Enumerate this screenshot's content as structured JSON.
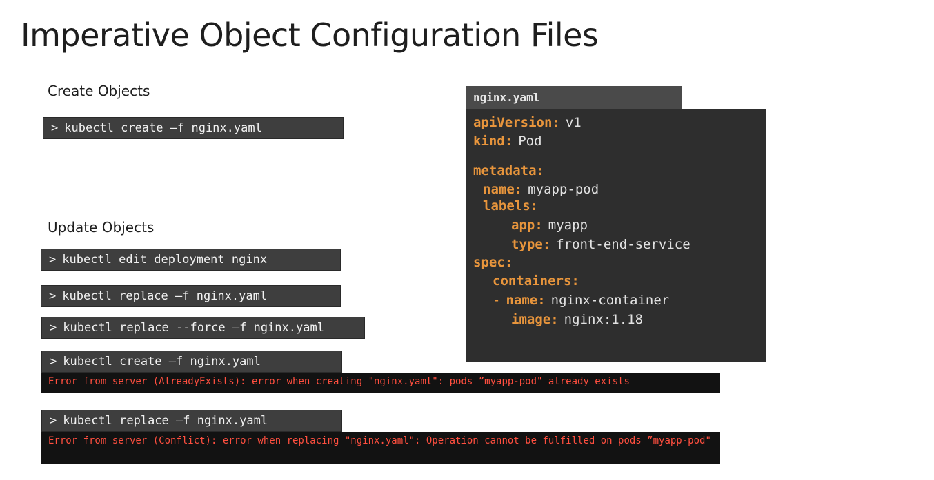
{
  "title": "Imperative Object Configuration Files",
  "create_section": {
    "heading": "Create Objects",
    "command": "kubectl create –f nginx.yaml"
  },
  "update_section": {
    "heading": "Update Objects",
    "commands": [
      "kubectl edit deployment nginx",
      "kubectl replace –f nginx.yaml",
      "kubectl replace --force –f nginx.yaml",
      "kubectl create –f nginx.yaml",
      "kubectl replace –f nginx.yaml"
    ],
    "errors": [
      "Error from server (AlreadyExists): error when creating \"nginx.yaml\": pods ”myapp-pod\" already exists",
      "Error from server (Conflict): error when replacing \"nginx.yaml\": Operation cannot be fulfilled on pods ”myapp-pod\""
    ]
  },
  "prompt_symbol": ">",
  "yaml_file": {
    "filename": "nginx.yaml",
    "lines": [
      {
        "key": "apiVersion:",
        "value": "v1"
      },
      {
        "key": "kind:",
        "value": "Pod"
      },
      {
        "key": "metadata:",
        "value": ""
      },
      {
        "key": "name:",
        "value": "myapp-pod"
      },
      {
        "key": "labels:",
        "value": ""
      },
      {
        "key": "app:",
        "value": "myapp"
      },
      {
        "key": "type:",
        "value": "front-end-service"
      },
      {
        "key": "spec:",
        "value": ""
      },
      {
        "key": "containers:",
        "value": ""
      },
      {
        "key": "name:",
        "value": "nginx-container",
        "dash": "-"
      },
      {
        "key": "image:",
        "value": "nginx:1.18"
      }
    ]
  },
  "colors": {
    "yaml_key": "#e8953c",
    "error_text": "#ff4f3f",
    "command_bg": "#3e3e3e",
    "panel_bg": "#2e2e2e"
  }
}
